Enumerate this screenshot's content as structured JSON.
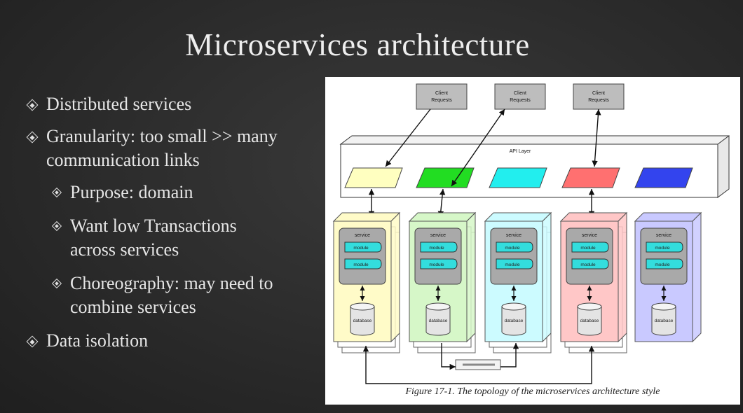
{
  "slide": {
    "title": "Microservices architecture"
  },
  "bullets": [
    {
      "level": 1,
      "text": "Distributed services"
    },
    {
      "level": 1,
      "text": "Granularity: too small >> many communication links"
    },
    {
      "level": 2,
      "text": "Purpose: domain"
    },
    {
      "level": 2,
      "text": "Want low Transactions across services"
    },
    {
      "level": 2,
      "text": "Choreography: may need to combine services"
    },
    {
      "level": 1,
      "text": "Data isolation"
    }
  ],
  "figure": {
    "caption": "Figure 17-1. The topology of the microservices architecture style",
    "client_label_line1": "Client",
    "client_label_line2": "Requests",
    "api_layer_label": "API Layer",
    "service_label": "service",
    "module_label": "module",
    "database_label": "database",
    "service_colors": [
      "#fffbc8",
      "#d6f7c8",
      "#ccfbff",
      "#ffc7c7",
      "#c9c9ff"
    ],
    "api_colors": [
      "#ffffc0",
      "#22dd22",
      "#22eeee",
      "#ff7070",
      "#3344ee"
    ],
    "module_color": "#33dddd"
  }
}
